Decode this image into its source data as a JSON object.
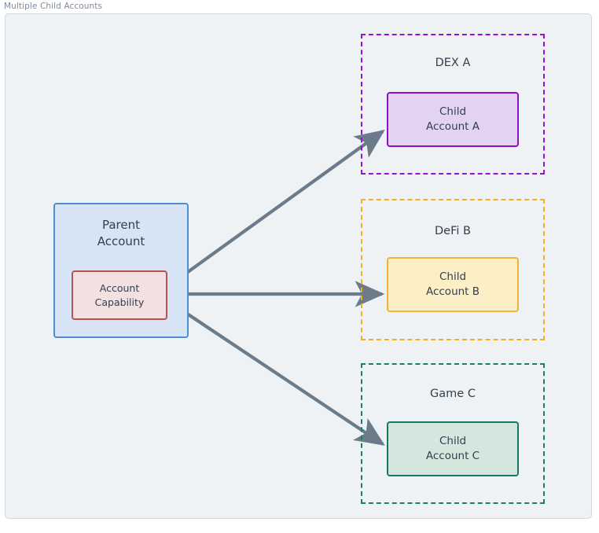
{
  "caption": "Multiple Child Accounts",
  "colors": {
    "page_background": "#ffffff",
    "frame_background": "#eef2f5",
    "frame_border": "#cfd9e0",
    "caption_text": "#7f8c9b",
    "node_text": "#33404d",
    "arrow": "#6b7b8a",
    "parent_fill": "#d6e4f5",
    "parent_border": "#4b8fd4",
    "capability_fill": "#f3e0e0",
    "capability_border": "#b85450",
    "dex_border": "#9a0fd6",
    "child_a_fill": "#e3d2f2",
    "child_a_border": "#8c10c6",
    "defi_border": "#f5ad22",
    "child_b_fill": "#fcefc5",
    "child_b_border": "#f3b33b",
    "game_border": "#1a7f64",
    "child_c_fill": "#d5e6de",
    "child_c_border": "#137a60"
  },
  "parent": {
    "title_line1": "Parent",
    "title_line2": "Account",
    "capability_line1": "Account",
    "capability_line2": "Capability"
  },
  "groups": [
    {
      "id": "dex",
      "title": "DEX A",
      "child_line1": "Child",
      "child_line2": "Account A"
    },
    {
      "id": "defi",
      "title": "DeFi B",
      "child_line1": "Child",
      "child_line2": "Account B"
    },
    {
      "id": "game",
      "title": "Game C",
      "child_line1": "Child",
      "child_line2": "Account C"
    }
  ],
  "edges": [
    {
      "id": "edge-capability-to-child-a",
      "from": "account-capability",
      "to": "child-account-a",
      "style": "solid-arrow"
    },
    {
      "id": "edge-capability-to-child-b",
      "from": "account-capability",
      "to": "child-account-b",
      "style": "solid-arrow"
    },
    {
      "id": "edge-capability-to-child-c",
      "from": "account-capability",
      "to": "child-account-c",
      "style": "solid-arrow"
    }
  ]
}
